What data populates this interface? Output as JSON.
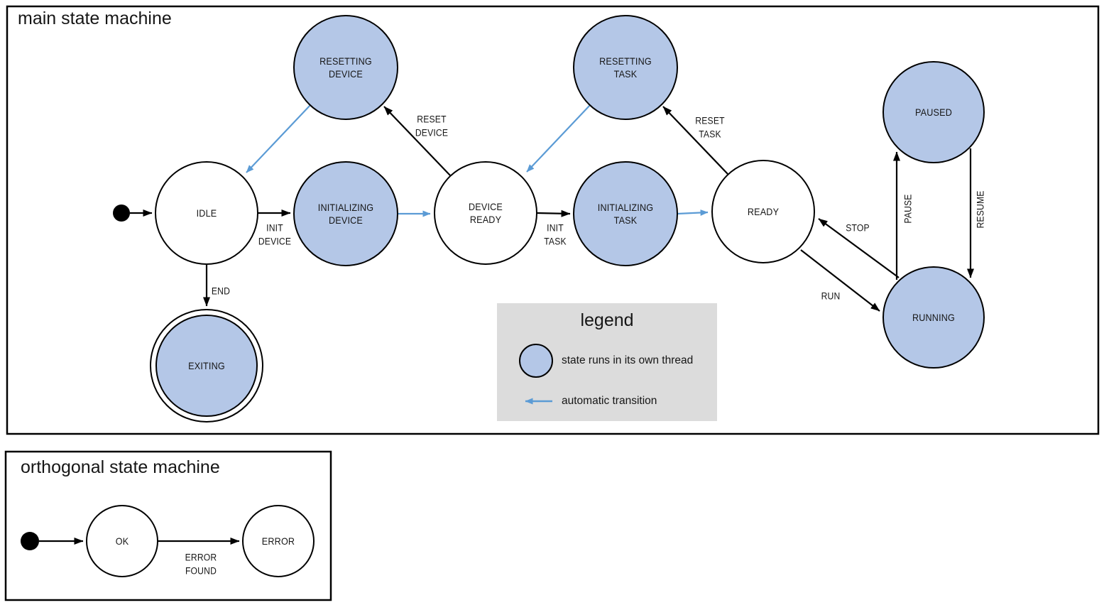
{
  "main": {
    "title": "main state machine",
    "states": [
      {
        "id": "idle",
        "label": "IDLE",
        "threaded": false
      },
      {
        "id": "resetting_device",
        "label": "RESETTING\nDEVICE",
        "threaded": true
      },
      {
        "id": "initializing_device",
        "label": "INITIALIZING\nDEVICE",
        "threaded": true
      },
      {
        "id": "device_ready",
        "label": "DEVICE\nREADY",
        "threaded": false
      },
      {
        "id": "resetting_task",
        "label": "RESETTING\nTASK",
        "threaded": true
      },
      {
        "id": "initializing_task",
        "label": "INITIALIZING\nTASK",
        "threaded": true
      },
      {
        "id": "ready",
        "label": "READY",
        "threaded": false
      },
      {
        "id": "paused",
        "label": "PAUSED",
        "threaded": true
      },
      {
        "id": "running",
        "label": "RUNNING",
        "threaded": true
      },
      {
        "id": "exiting",
        "label": "EXITING",
        "threaded": true,
        "final_state": true
      }
    ],
    "transitions": [
      {
        "from": "initial",
        "to": "idle",
        "label": ""
      },
      {
        "from": "idle",
        "to": "initializing_device",
        "label": "INIT\nDEVICE"
      },
      {
        "from": "initializing_device",
        "to": "device_ready",
        "label": "",
        "automatic": true
      },
      {
        "from": "device_ready",
        "to": "initializing_task",
        "label": "INIT\nTASK"
      },
      {
        "from": "initializing_task",
        "to": "ready",
        "label": "",
        "automatic": true
      },
      {
        "from": "device_ready",
        "to": "resetting_device",
        "label": "RESET\nDEVICE"
      },
      {
        "from": "resetting_device",
        "to": "idle",
        "label": "",
        "automatic": true
      },
      {
        "from": "ready",
        "to": "resetting_task",
        "label": "RESET\nTASK"
      },
      {
        "from": "resetting_task",
        "to": "device_ready",
        "label": "",
        "automatic": true
      },
      {
        "from": "idle",
        "to": "exiting",
        "label": "END"
      },
      {
        "from": "ready",
        "to": "running",
        "label": "RUN"
      },
      {
        "from": "running",
        "to": "ready",
        "label": "STOP"
      },
      {
        "from": "running",
        "to": "paused",
        "label": "PAUSE"
      },
      {
        "from": "paused",
        "to": "running",
        "label": "RESUME"
      }
    ]
  },
  "legend": {
    "title": "legend",
    "items": [
      {
        "swatch": "threaded-state-circle",
        "label": "state runs in its own thread"
      },
      {
        "swatch": "automatic-transition-arrow",
        "label": "automatic transition"
      }
    ]
  },
  "ortho": {
    "title": "orthogonal state machine",
    "states": [
      {
        "id": "ok",
        "label": "OK",
        "threaded": false
      },
      {
        "id": "error",
        "label": "ERROR",
        "threaded": false
      }
    ],
    "transitions": [
      {
        "from": "initial",
        "to": "ok",
        "label": ""
      },
      {
        "from": "ok",
        "to": "error",
        "label": "ERROR\nFOUND"
      }
    ]
  },
  "colors": {
    "state_fill": "#b4c7e7",
    "auto_transition": "#5b9bd5",
    "legend_bg": "#dcdcdc",
    "ink": "#000000"
  }
}
